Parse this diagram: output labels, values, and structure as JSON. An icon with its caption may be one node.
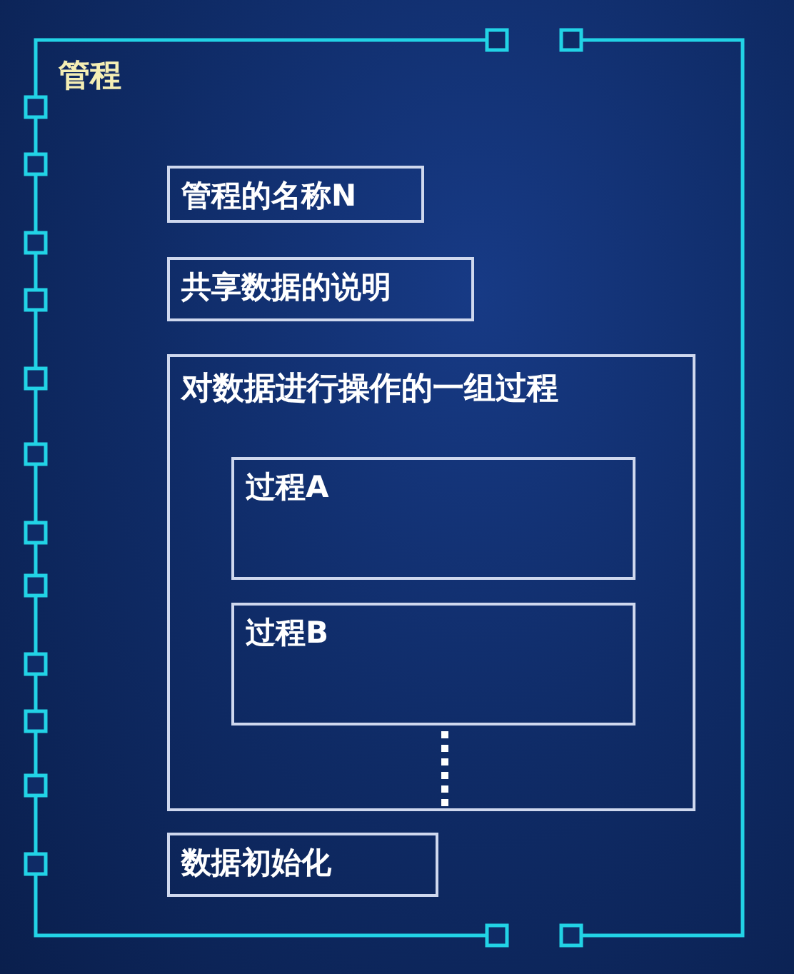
{
  "diagram": {
    "nodes": [
      {
        "text": [
          "管程"
        ]
      },
      {
        "text": [
          "管程的名称N"
        ],
        "in": 0
      },
      {
        "text": [
          "共享数据的说明"
        ],
        "in": 0
      },
      {
        "text": [
          "对数据进行操作的一组过程"
        ],
        "in": 0
      },
      {
        "text": [
          "过程A"
        ],
        "in": 3
      },
      {
        "text": [
          "过程B"
        ],
        "in": 3
      },
      {
        "text": [
          "数据初始化"
        ],
        "in": 0
      }
    ]
  }
}
